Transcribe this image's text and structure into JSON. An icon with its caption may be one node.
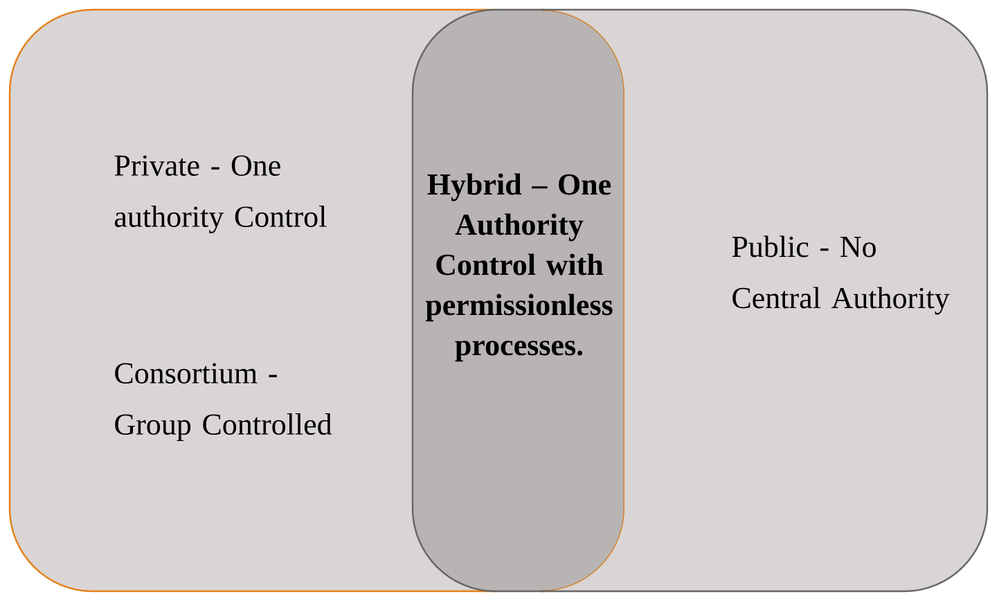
{
  "diagram": {
    "nodes": [
      {
        "text": [
          "Private - One authority Control",
          "Consortium - Group Controlled"
        ]
      },
      {
        "text": [
          "Hybrid – One Authority Control with permissionless processes."
        ]
      },
      {
        "text": [
          "Public - No Central Authority"
        ]
      }
    ]
  }
}
